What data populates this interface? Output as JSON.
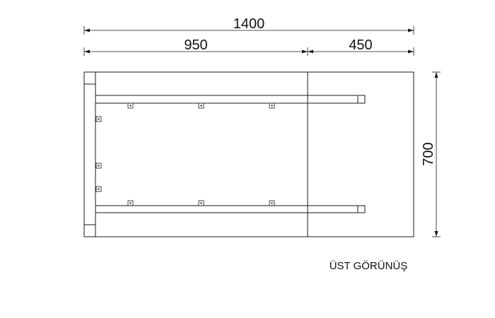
{
  "drawing": {
    "caption": "ÜST GÖRÜNÜŞ",
    "dimensions": {
      "overall_width": "1400",
      "left_section": "950",
      "right_section": "450",
      "depth": "700"
    },
    "colors": {
      "line": "#1a1a1a",
      "background": "#ffffff"
    }
  }
}
